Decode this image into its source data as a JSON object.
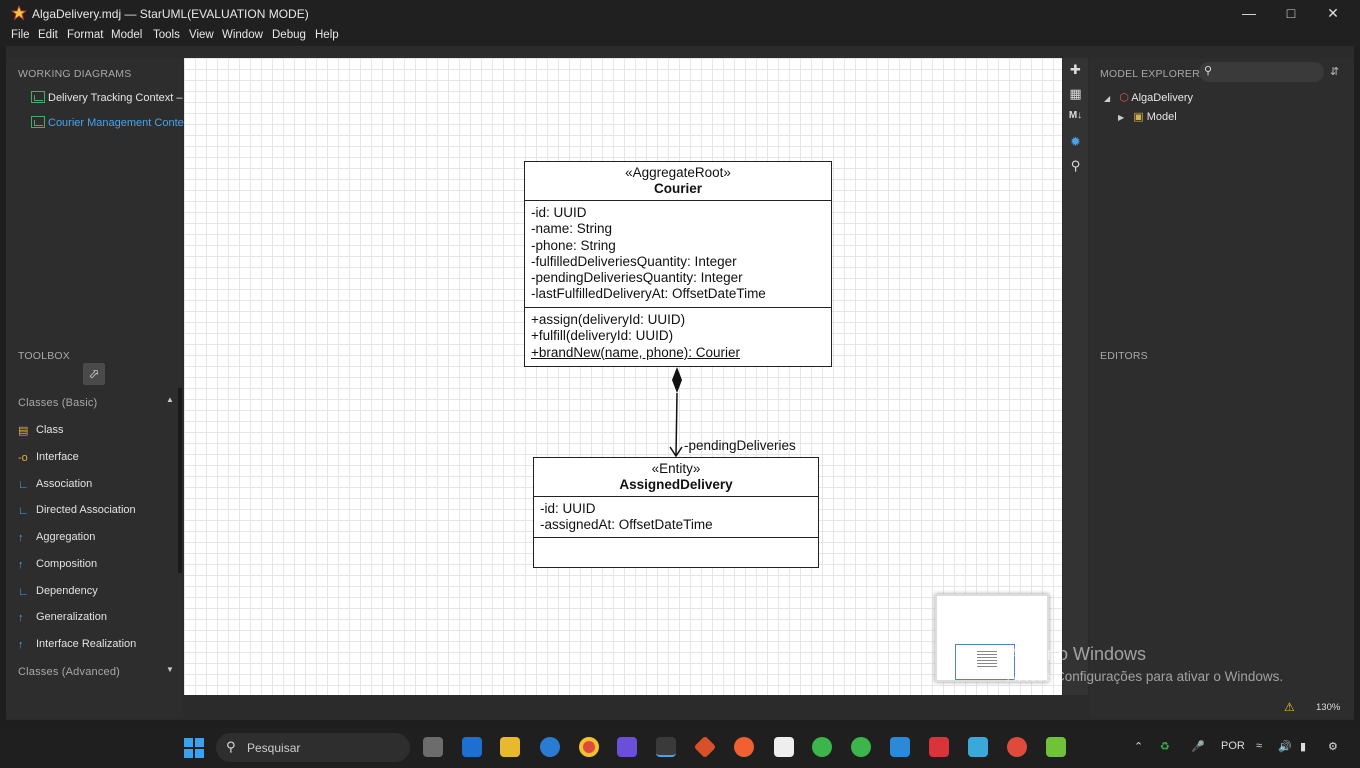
{
  "window": {
    "title": "AlgaDelivery.mdj — StarUML(EVALUATION MODE)"
  },
  "menu": [
    "File",
    "Edit",
    "Format",
    "Model",
    "Tools",
    "View",
    "Window",
    "Debug",
    "Help"
  ],
  "working_diagrams": {
    "title": "WORKING DIAGRAMS",
    "items": [
      "Delivery Tracking Context –",
      "Courier Management Contex"
    ]
  },
  "toolbox": {
    "title": "TOOLBOX",
    "section_basic": "Classes (Basic)",
    "items": [
      "Class",
      "Interface",
      "Association",
      "Directed Association",
      "Aggregation",
      "Composition",
      "Dependency",
      "Generalization",
      "Interface Realization"
    ],
    "section_advanced": "Classes (Advanced)"
  },
  "diagram": {
    "courier": {
      "stereotype": "«AggregateRoot»",
      "name": "Courier",
      "attributes": [
        "-id: UUID",
        "-name: String",
        "-phone: String",
        "-fulfilledDeliveriesQuantity: Integer",
        "-pendingDeliveriesQuantity: Integer",
        "-lastFulfilledDeliveryAt: OffsetDateTime"
      ],
      "operations": [
        "+assign(deliveryId: UUID)",
        "+fulfill(deliveryId: UUID)",
        "+brandNew(name, phone): Courier"
      ]
    },
    "assigned_delivery": {
      "stereotype": "«Entity»",
      "name": "AssignedDelivery",
      "attributes": [
        "-id: UUID",
        "-assignedAt: OffsetDateTime"
      ]
    },
    "relation_label": "-pendingDeliveries"
  },
  "model_explorer": {
    "title": "MODEL EXPLORER",
    "root": "AlgaDelivery",
    "child": "Model"
  },
  "editors": {
    "title": "EDITORS"
  },
  "status": {
    "zoom": "130%"
  },
  "watermark": {
    "line1": "Ativar o Windows",
    "line2": "Acesse Configurações para ativar o Windows."
  },
  "taskbar": {
    "search_label": "Pesquisar",
    "lang": "POR"
  },
  "colors": {
    "accent": "#4aa3e8",
    "diagram_icon": "#3fae6b"
  }
}
